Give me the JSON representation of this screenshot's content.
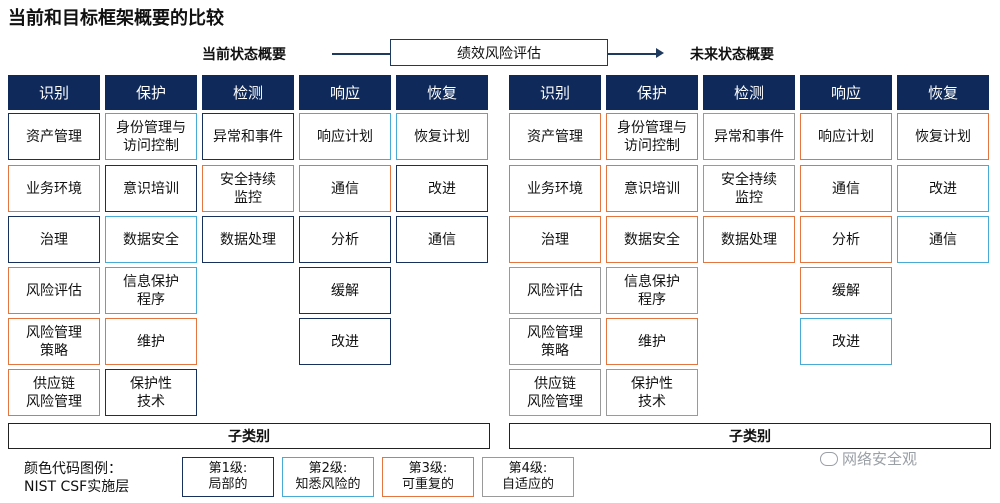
{
  "title": "当前和目标框架概要的比较",
  "current_label": "当前状态概要",
  "future_label": "未来状态概要",
  "eval_label": "绩效风险评估",
  "subcategory_label": "子类别",
  "colors": {
    "tier1": "#17305d",
    "tier2": "#4aaad6",
    "tier3": "#e5753e",
    "tier4": "#9a9a9a",
    "header": "#0f2a5a"
  },
  "current": {
    "headers": [
      "识别",
      "保护",
      "检测",
      "响应",
      "恢复"
    ],
    "columns": [
      [
        {
          "t": "资产管理",
          "c": "tier1"
        },
        {
          "t": "业务环境",
          "c": "tier3"
        },
        {
          "t": "治理",
          "c": "tier1"
        },
        {
          "t": "风险评估",
          "c": "tier3"
        },
        {
          "t": "风险管理\n策略",
          "c": "tier3"
        },
        {
          "t": "供应链\n风险管理",
          "c": "tier3"
        }
      ],
      [
        {
          "t": "身份管理与\n访问控制",
          "c": "tier2"
        },
        {
          "t": "意识培训",
          "c": "tier1"
        },
        {
          "t": "数据安全",
          "c": "tier2"
        },
        {
          "t": "信息保护\n程序",
          "c": "tier2"
        },
        {
          "t": "维护",
          "c": "tier3"
        },
        {
          "t": "保护性\n技术",
          "c": "tier1"
        }
      ],
      [
        {
          "t": "异常和事件",
          "c": "tier1"
        },
        {
          "t": "安全持续\n监控",
          "c": "tier3"
        },
        {
          "t": "数据处理",
          "c": "tier1"
        }
      ],
      [
        {
          "t": "响应计划",
          "c": "tier2"
        },
        {
          "t": "通信",
          "c": "tier3"
        },
        {
          "t": "分析",
          "c": "tier1"
        },
        {
          "t": "缓解",
          "c": "tier1"
        },
        {
          "t": "改进",
          "c": "tier1"
        }
      ],
      [
        {
          "t": "恢复计划",
          "c": "tier2"
        },
        {
          "t": "改进",
          "c": "tier1"
        },
        {
          "t": "通信",
          "c": "tier1"
        }
      ]
    ]
  },
  "future": {
    "headers": [
      "识别",
      "保护",
      "检测",
      "响应",
      "恢复"
    ],
    "columns": [
      [
        {
          "t": "资产管理",
          "c": "tier3"
        },
        {
          "t": "业务环境",
          "c": "tier3"
        },
        {
          "t": "治理",
          "c": "tier3"
        },
        {
          "t": "风险评估",
          "c": "tier4"
        },
        {
          "t": "风险管理\n策略",
          "c": "tier4"
        },
        {
          "t": "供应链\n风险管理",
          "c": "tier4"
        }
      ],
      [
        {
          "t": "身份管理与\n访问控制",
          "c": "tier3"
        },
        {
          "t": "意识培训",
          "c": "tier3"
        },
        {
          "t": "数据安全",
          "c": "tier3"
        },
        {
          "t": "信息保护\n程序",
          "c": "tier4"
        },
        {
          "t": "维护",
          "c": "tier3"
        },
        {
          "t": "保护性\n技术",
          "c": "tier4"
        }
      ],
      [
        {
          "t": "异常和事件",
          "c": "tier4"
        },
        {
          "t": "安全持续\n监控",
          "c": "tier4"
        },
        {
          "t": "数据处理",
          "c": "tier3"
        }
      ],
      [
        {
          "t": "响应计划",
          "c": "tier3"
        },
        {
          "t": "通信",
          "c": "tier3"
        },
        {
          "t": "分析",
          "c": "tier3"
        },
        {
          "t": "缓解",
          "c": "tier3"
        },
        {
          "t": "改进",
          "c": "tier2"
        }
      ],
      [
        {
          "t": "恢复计划",
          "c": "tier3"
        },
        {
          "t": "改进",
          "c": "tier2"
        },
        {
          "t": "通信",
          "c": "tier2"
        }
      ]
    ]
  },
  "legend": {
    "title": "颜色代码图例：\nNIST CSF实施层",
    "items": [
      {
        "t": "第1级:\n局部的",
        "c": "tier1"
      },
      {
        "t": "第2级:\n知悉风险的",
        "c": "tier2"
      },
      {
        "t": "第3级:\n可重复的",
        "c": "tier3"
      },
      {
        "t": "第4级:\n自适应的",
        "c": "tier4"
      }
    ]
  },
  "watermark": "网络安全观"
}
